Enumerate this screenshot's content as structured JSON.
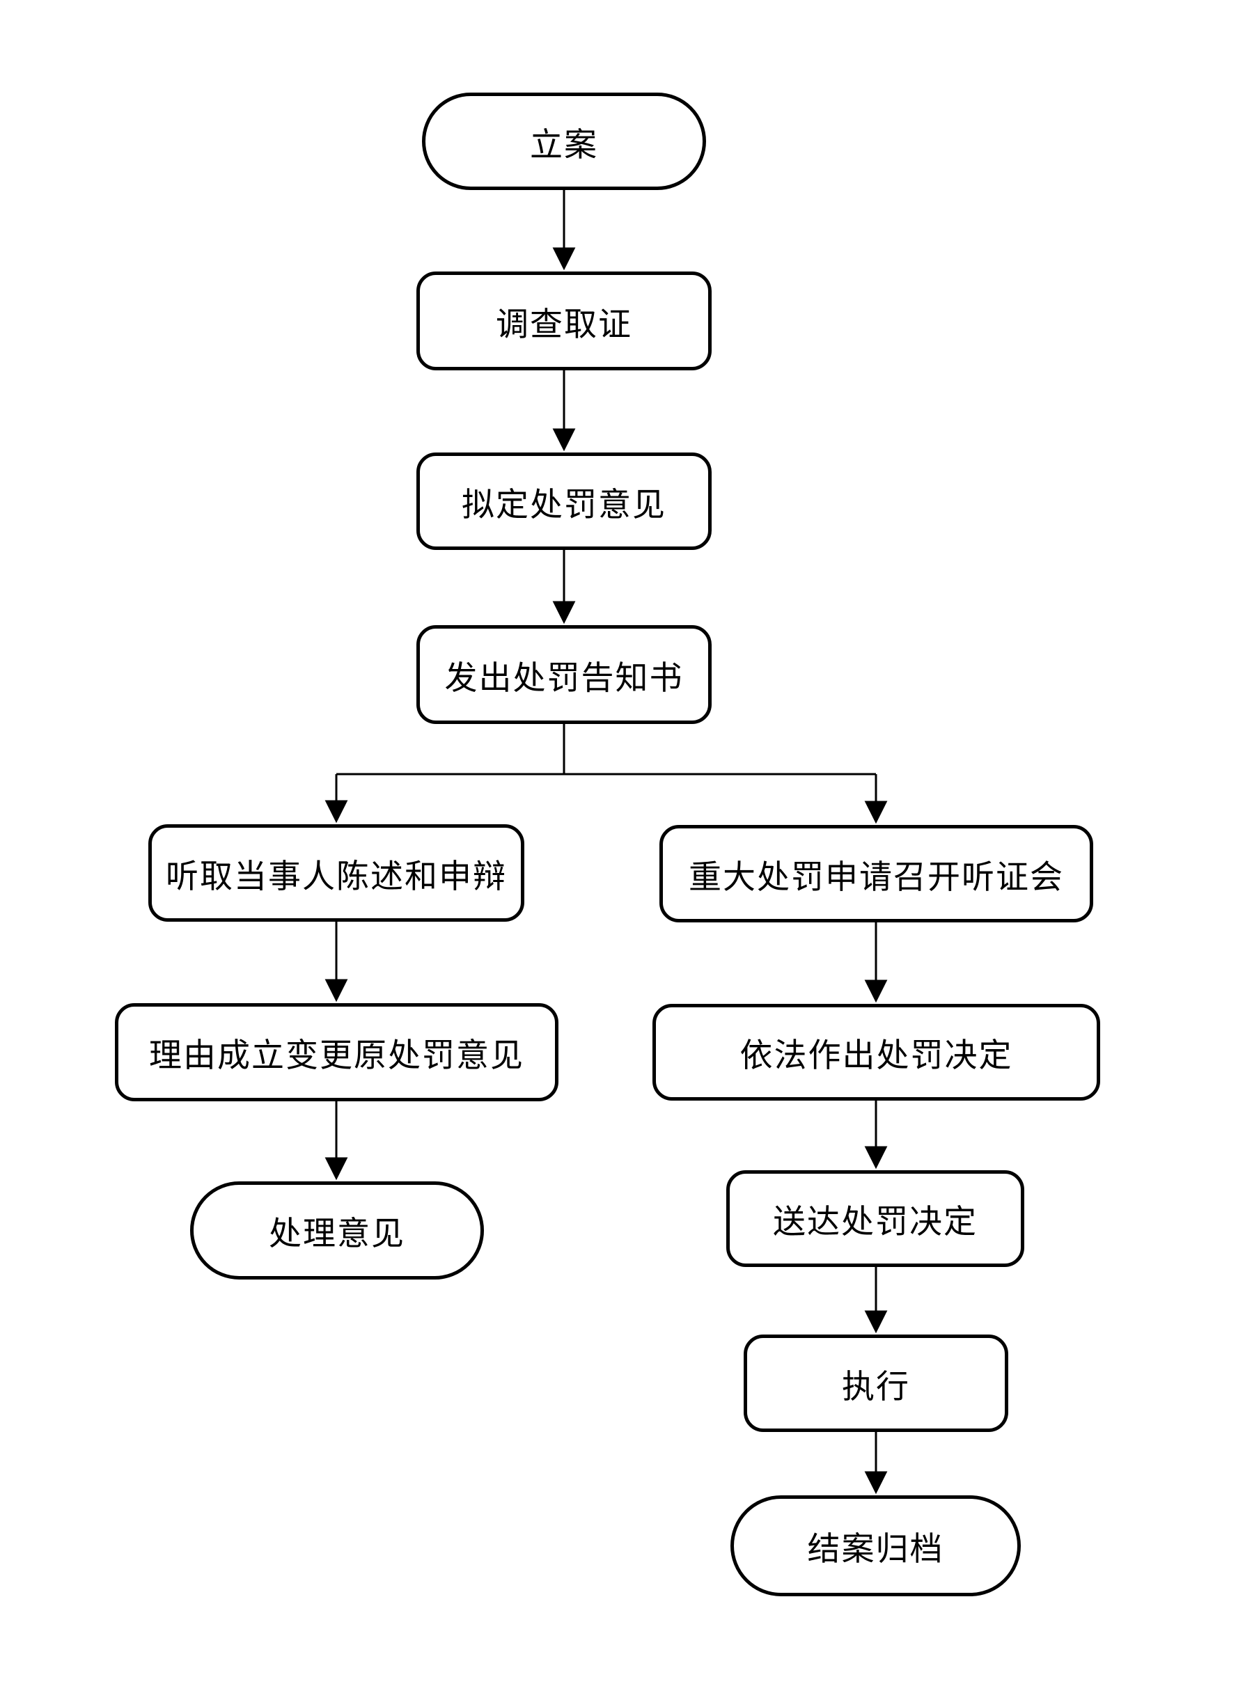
{
  "diagram": {
    "type": "flowchart",
    "direction": "top-down",
    "background_color": "#ffffff",
    "stroke_color": "#000000",
    "node_fill_color": "#ffffff",
    "text_color": "#000000",
    "nodes": [
      {
        "id": "case-filing",
        "label": "立案",
        "shape": "stadium"
      },
      {
        "id": "investigation",
        "label": "调查取证",
        "shape": "rounded-rect"
      },
      {
        "id": "draft-penalty-opinion",
        "label": "拟定处罚意见",
        "shape": "rounded-rect"
      },
      {
        "id": "issue-penalty-notice",
        "label": "发出处罚告知书",
        "shape": "rounded-rect"
      },
      {
        "id": "hear-statement-defense",
        "label": "听取当事人陈述和申辩",
        "shape": "rounded-rect"
      },
      {
        "id": "change-original-opinion",
        "label": "理由成立变更原处罚意见",
        "shape": "rounded-rect"
      },
      {
        "id": "handling-opinion",
        "label": "处理意见",
        "shape": "stadium"
      },
      {
        "id": "major-penalty-hearing",
        "label": "重大处罚申请召开听证会",
        "shape": "rounded-rect"
      },
      {
        "id": "make-penalty-decision",
        "label": "依法作出处罚决定",
        "shape": "rounded-rect"
      },
      {
        "id": "serve-penalty-decision",
        "label": "送达处罚决定",
        "shape": "rounded-rect"
      },
      {
        "id": "execution",
        "label": "执行",
        "shape": "rounded-rect"
      },
      {
        "id": "close-and-archive",
        "label": "结案归档",
        "shape": "stadium"
      }
    ],
    "edges": [
      {
        "from": "case-filing",
        "to": "investigation"
      },
      {
        "from": "investigation",
        "to": "draft-penalty-opinion"
      },
      {
        "from": "draft-penalty-opinion",
        "to": "issue-penalty-notice"
      },
      {
        "from": "issue-penalty-notice",
        "to": "hear-statement-defense"
      },
      {
        "from": "issue-penalty-notice",
        "to": "major-penalty-hearing"
      },
      {
        "from": "hear-statement-defense",
        "to": "change-original-opinion"
      },
      {
        "from": "change-original-opinion",
        "to": "handling-opinion"
      },
      {
        "from": "major-penalty-hearing",
        "to": "make-penalty-decision"
      },
      {
        "from": "make-penalty-decision",
        "to": "serve-penalty-decision"
      },
      {
        "from": "serve-penalty-decision",
        "to": "execution"
      },
      {
        "from": "execution",
        "to": "close-and-archive"
      }
    ]
  }
}
